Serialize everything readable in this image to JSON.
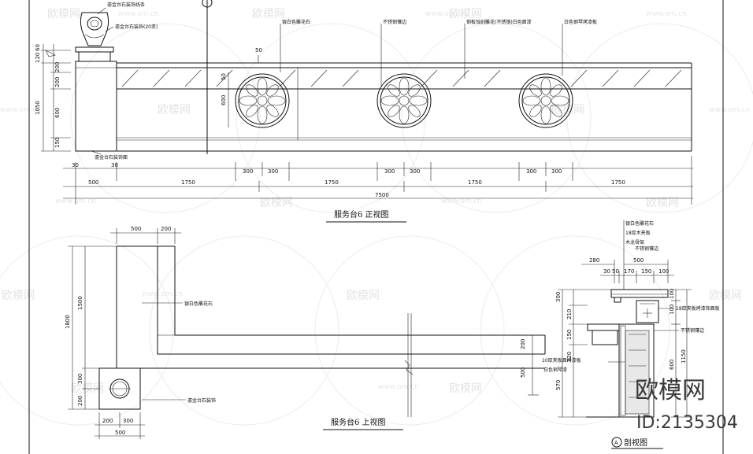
{
  "watermarks": {
    "logo_text": "欧模网",
    "site_text": "www.om.cn"
  },
  "brand": {
    "name": "欧模网",
    "id": "ID:2135304"
  },
  "front_view": {
    "title": "服务台6 正视图",
    "notes": [
      "鎏金台石装饰线条",
      "鎏金台石装饰(20变)",
      "银白色雕花石",
      "不锈钢镶边",
      "钢板蚀刻雕花(不锈钢)白色面漆",
      "白色钢琴烤漆板",
      "鎏金台石装饰面"
    ],
    "left_dims": [
      "60",
      "120",
      "200",
      "200",
      "1050",
      "600",
      "150"
    ],
    "inline_dims": [
      "50",
      "50",
      "600"
    ],
    "sub_dims": [
      "30",
      "30",
      "300",
      "300",
      "300",
      "300",
      "300",
      "300"
    ],
    "main_dims": [
      "500",
      "1750",
      "1750",
      "1750",
      "1750"
    ],
    "total_dim": "7500"
  },
  "top_view": {
    "title": "服务台6 上视图",
    "notes": [
      "银白色雕花石",
      "鎏金台石装饰"
    ],
    "top_dims": [
      "500",
      "200"
    ],
    "left_dims": [
      "1800",
      "1500",
      "300",
      "200"
    ],
    "right_dims": [
      "200",
      "500"
    ],
    "bottom_dims": [
      "200",
      "300",
      "500"
    ]
  },
  "section_view": {
    "label": "A",
    "title": "剖视图",
    "notes": [
      "银白色雕花石",
      "18厚木夹板",
      "木龙骨架",
      "不锈钢镶边",
      "18厚夹板烤漆饰面板",
      "10厚夹板面烤漆板",
      "白色钢琴漆",
      "不锈钢镶边"
    ],
    "top_dims": [
      "280",
      "500",
      "30",
      "50",
      "170",
      "150",
      "100"
    ],
    "right_dims": [
      "100",
      "100",
      "1150",
      "600"
    ],
    "left_dims": [
      "300",
      "210",
      "150",
      "220",
      "570"
    ]
  }
}
